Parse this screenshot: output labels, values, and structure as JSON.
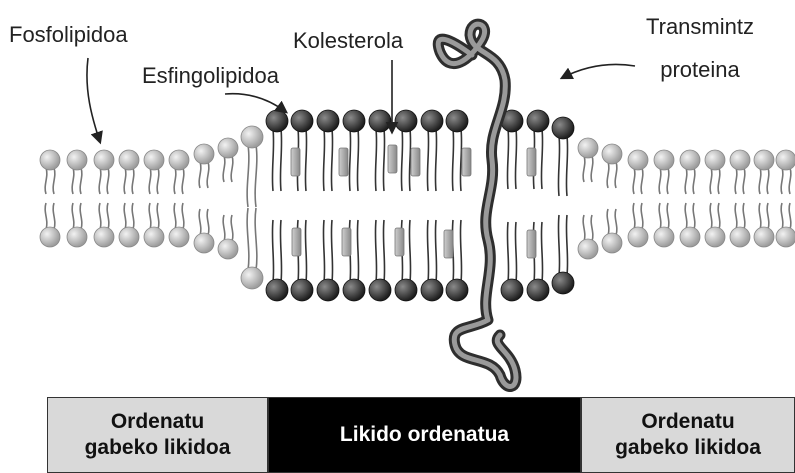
{
  "labels": {
    "phospholipids": "Fosfolipidoa",
    "cholesterol": "Kolesterola",
    "sphingolipids": "Esfingolipidoa",
    "transmembrane_line1": "Transmintz",
    "transmembrane_line2": "proteina"
  },
  "regions": {
    "left": "Ordenatu\ngabeko likidoa",
    "center": "Likido ordenatua",
    "right": "Ordenatu\ngabeko likidoa"
  },
  "colors": {
    "disordered_region_bg": "#d9d9d9",
    "ordered_region_bg": "#000000",
    "phospholipid_head": "#bdbdbd",
    "sphingolipid_head": "#3a3a3a",
    "cholesterol": "#9a9a9a",
    "protein": "#555555"
  }
}
